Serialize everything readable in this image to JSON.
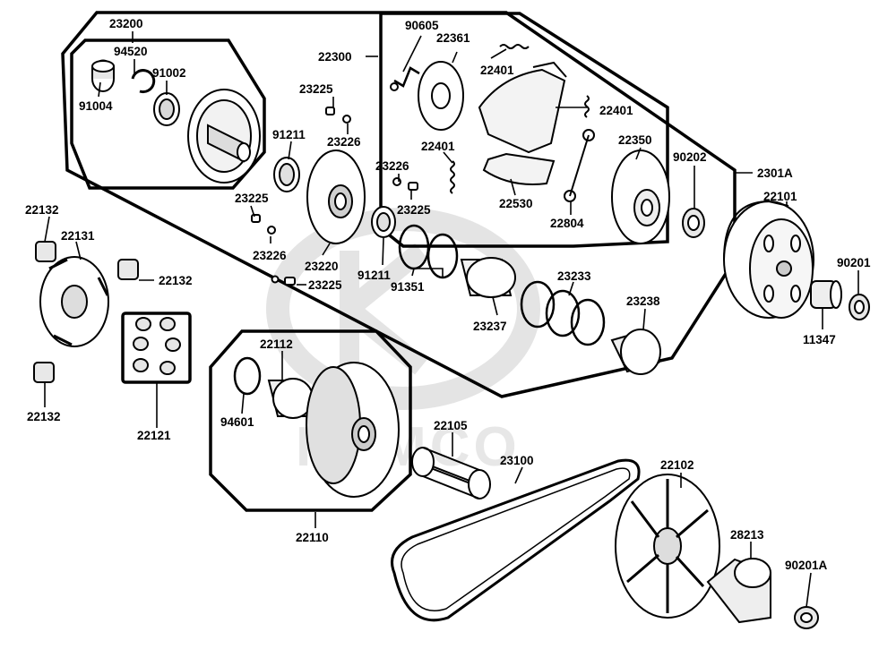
{
  "watermark": {
    "brand": "KYMCO"
  },
  "colors": {
    "line": "#000000",
    "watermark": "#cfcfcf",
    "part_fill": "#ffffff",
    "part_shade": "#d9d9d9"
  },
  "labels": {
    "l23200": "23200",
    "l94520": "94520",
    "l91002": "91002",
    "l91004": "91004",
    "l23225a": "23225",
    "l23226a": "23226",
    "l91211a": "91211",
    "l22300": "22300",
    "l23226b": "23226",
    "l23225b": "23225",
    "l23225c": "23225",
    "l23226c": "23226",
    "l23220": "23220",
    "l23225d": "23225",
    "l91211b": "91211",
    "l91351": "91351",
    "l90605": "90605",
    "l22361": "22361",
    "l22401a": "22401",
    "l22401b": "22401",
    "l22401c": "22401",
    "l22350": "22350",
    "l22530": "22530",
    "l22804": "22804",
    "l90202": "90202",
    "l2301A": "2301A",
    "l22101": "22101",
    "l90201": "90201",
    "l11347": "11347",
    "l23233": "23233",
    "l23237": "23237",
    "l23238": "23238",
    "l22132a": "22132",
    "l22131": "22131",
    "l22132b": "22132",
    "l22132c": "22132",
    "l22121": "22121",
    "l22112": "22112",
    "l94601": "94601",
    "l22110": "22110",
    "l22105": "22105",
    "l23100": "23100",
    "l22102": "22102",
    "l28213": "28213",
    "l90201A": "90201A"
  }
}
